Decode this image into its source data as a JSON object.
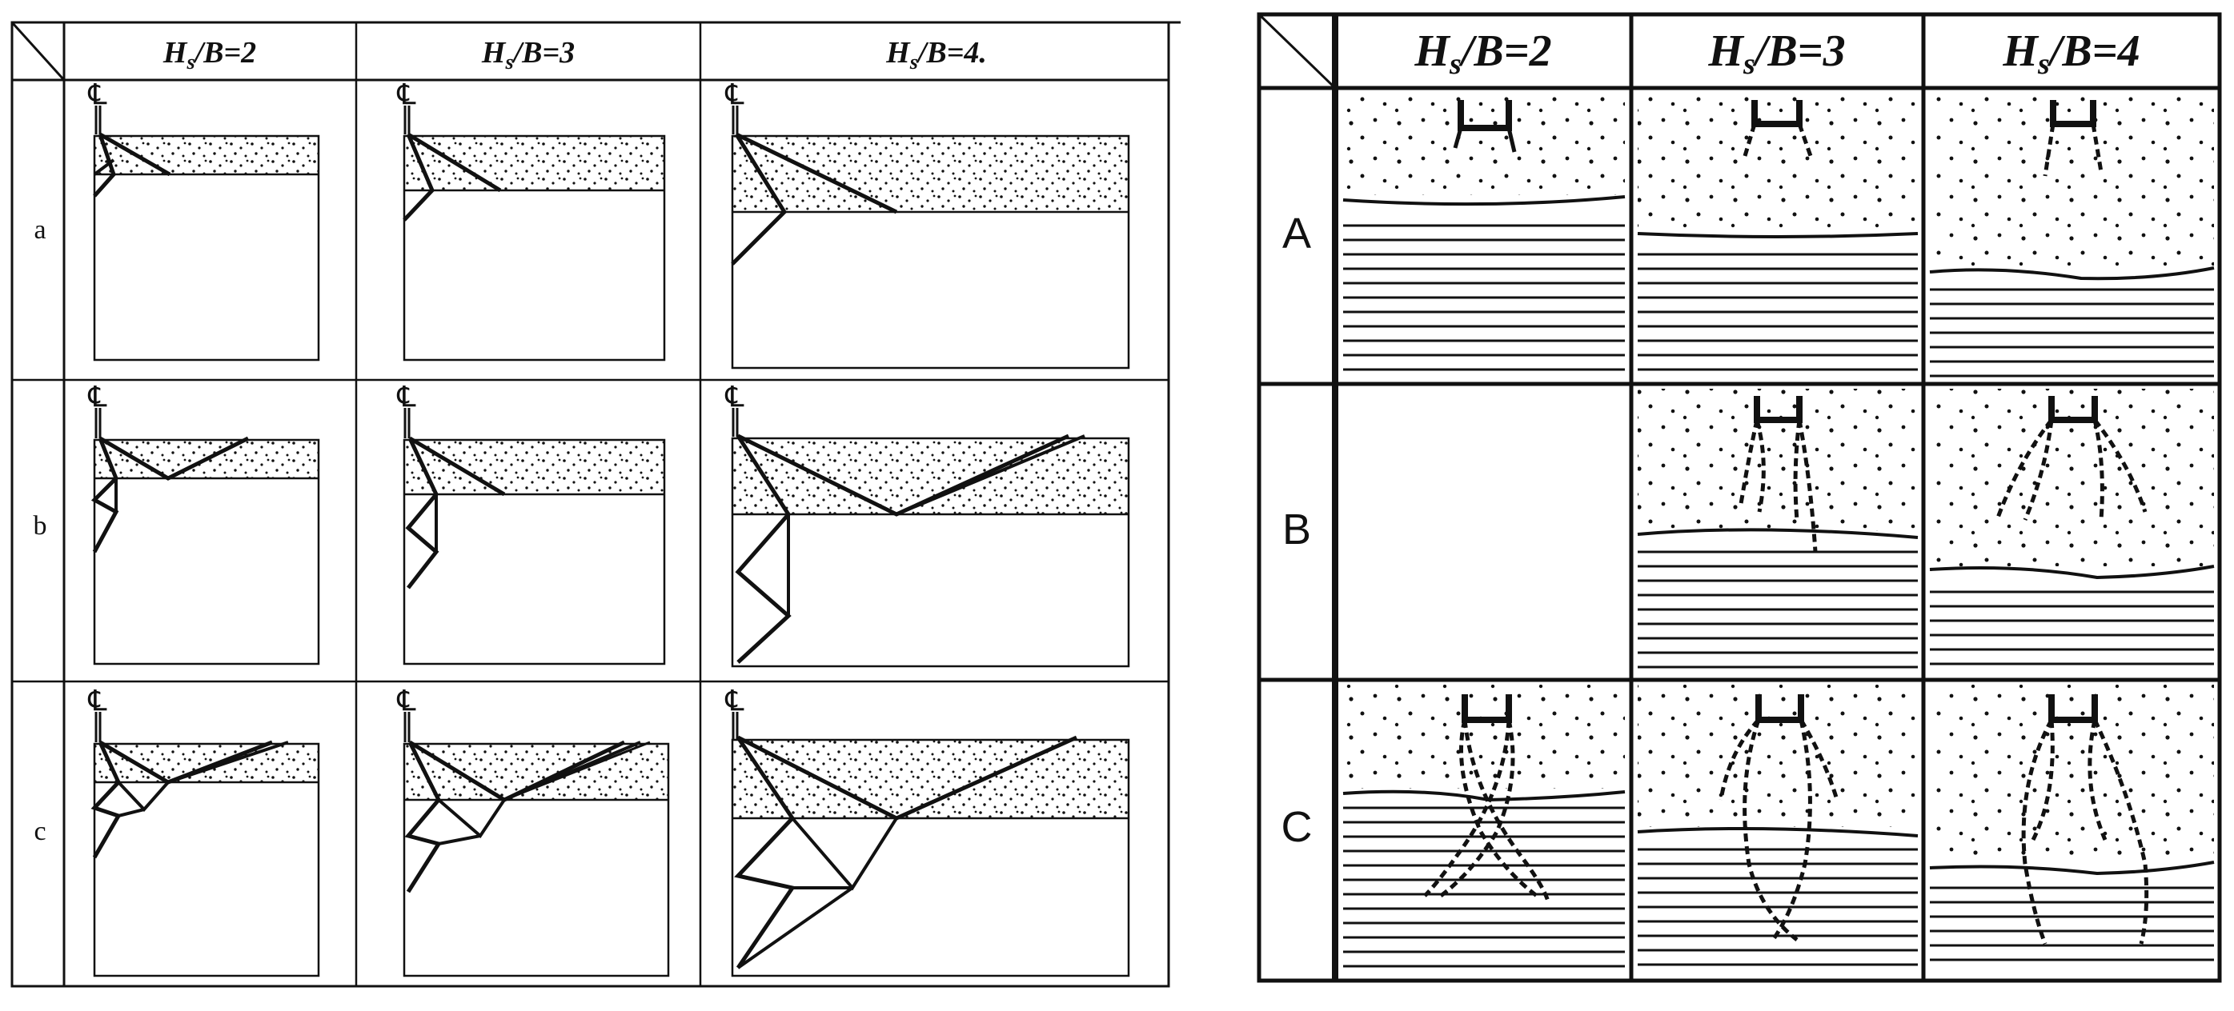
{
  "left_table": {
    "column_headers": [
      {
        "main": "H",
        "sub": "s",
        "rest": "/B=2"
      },
      {
        "main": "H",
        "sub": "s",
        "rest": "/B=3"
      },
      {
        "main": "H",
        "sub": "s",
        "rest": "/B=4."
      }
    ],
    "row_labels": [
      "a",
      "b",
      "c"
    ],
    "centerline_symbol": "℄"
  },
  "right_table": {
    "column_headers": [
      {
        "main": "H",
        "sub": "s",
        "rest": "/B=2"
      },
      {
        "main": "H",
        "sub": "s",
        "rest": "/B=3"
      },
      {
        "main": "H",
        "sub": "s",
        "rest": "/B=4"
      }
    ],
    "row_labels": [
      "A",
      "B",
      "C"
    ]
  },
  "colors": {
    "ink": "#111111",
    "paper": "#ffffff"
  }
}
